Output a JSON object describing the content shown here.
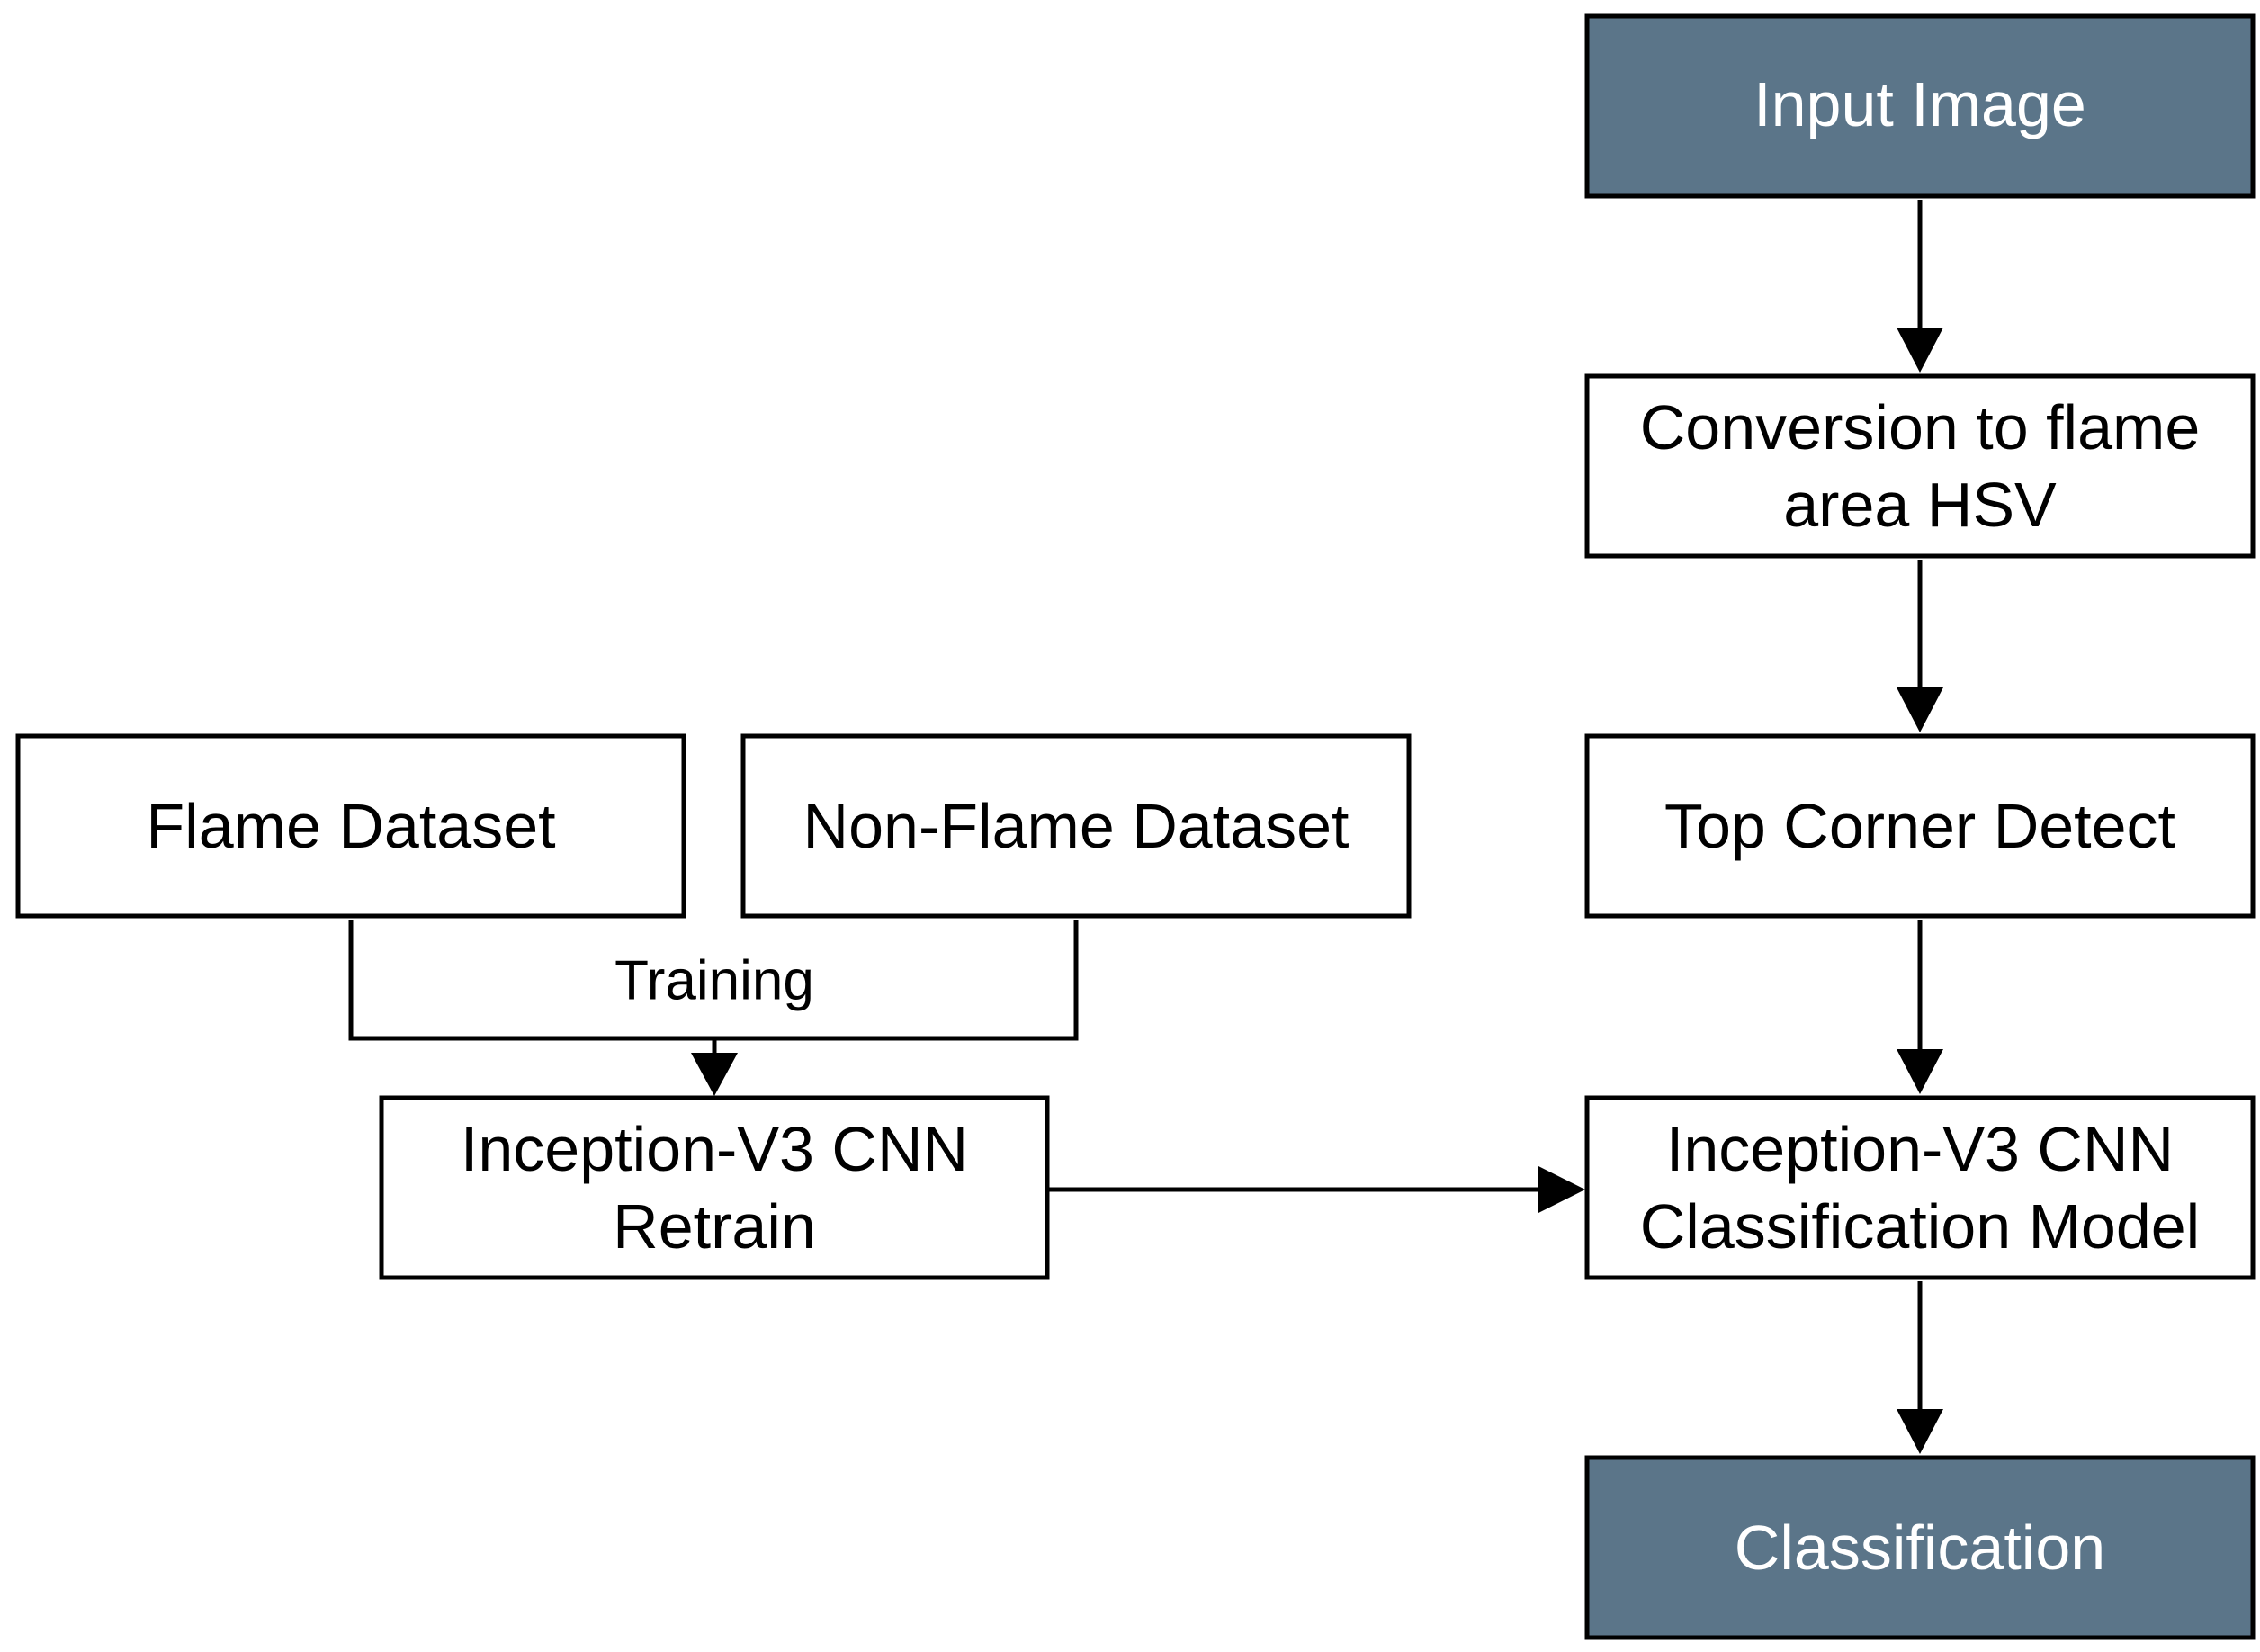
{
  "colors": {
    "terminal_fill": "#5b7589",
    "terminal_text": "#ffffff",
    "process_fill": "#ffffff",
    "process_text": "#000000",
    "line": "#000000"
  },
  "nodes": {
    "input_image": {
      "lines": [
        "Input Image"
      ],
      "style": "terminal"
    },
    "conversion": {
      "lines": [
        "Conversion to flame",
        "area HSV"
      ],
      "style": "process"
    },
    "top_corner": {
      "lines": [
        "Top Corner Detect"
      ],
      "style": "process"
    },
    "classification_model": {
      "lines": [
        "Inception-V3 CNN",
        "Classification Model"
      ],
      "style": "process"
    },
    "classification": {
      "lines": [
        "Classification"
      ],
      "style": "terminal"
    },
    "flame_dataset": {
      "lines": [
        "Flame Dataset"
      ],
      "style": "process"
    },
    "non_flame_dataset": {
      "lines": [
        "Non-Flame Dataset"
      ],
      "style": "process"
    },
    "retrain": {
      "lines": [
        "Inception-V3 CNN",
        "Retrain"
      ],
      "style": "process"
    }
  },
  "edges": [
    {
      "from": "input_image",
      "to": "conversion",
      "label": ""
    },
    {
      "from": "conversion",
      "to": "top_corner",
      "label": ""
    },
    {
      "from": "top_corner",
      "to": "classification_model",
      "label": ""
    },
    {
      "from": "classification_model",
      "to": "classification",
      "label": ""
    },
    {
      "from": "retrain",
      "to": "classification_model",
      "label": ""
    },
    {
      "from": [
        "flame_dataset",
        "non_flame_dataset"
      ],
      "to": "retrain",
      "label": "Training"
    }
  ]
}
